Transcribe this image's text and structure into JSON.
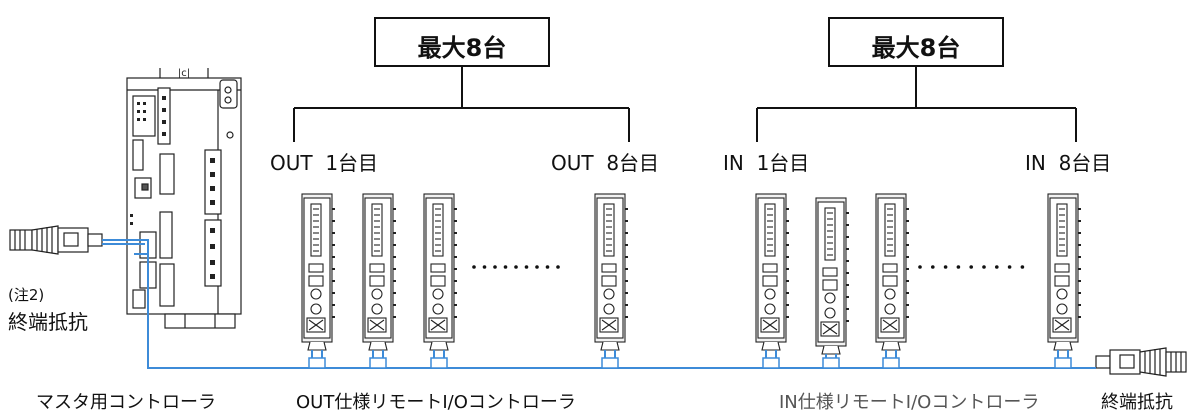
{
  "groups": [
    {
      "box_label": "最大8台",
      "first_label": "OUT  1台目",
      "last_label": "OUT  8台目"
    },
    {
      "box_label": "最大8台",
      "first_label": "IN  1台目",
      "last_label": "IN  8台目"
    }
  ],
  "ellipsis": "・・・・・・・・・",
  "master": {
    "note": "(注2)",
    "terminator_label": "終端抵抗",
    "caption": "マスタ用コントローラ",
    "panel_mark": "|c|"
  },
  "out_caption": "OUT仕様リモートI/Oコントローラ",
  "in_caption": "IN仕様リモートI/Oコントローラ",
  "end_terminator_label": "終端抵抗",
  "colors": {
    "cable": "#3d8bd8",
    "line": "#111111",
    "device_fill": "#f2f2f2"
  }
}
